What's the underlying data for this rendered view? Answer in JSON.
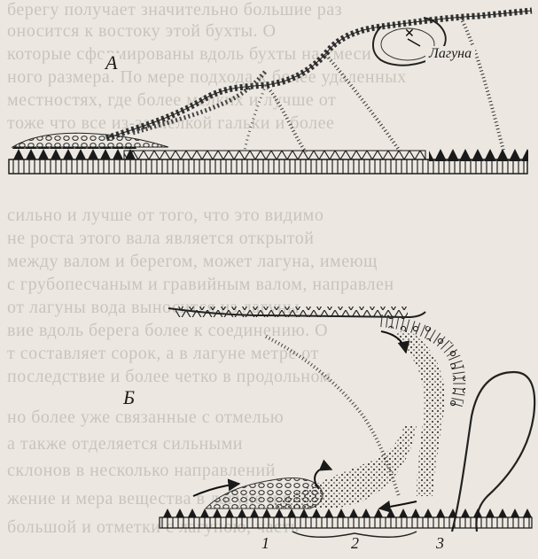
{
  "figure": {
    "panel_a_label": "А",
    "panel_b_label": "Б",
    "lagoon_label": "Лагуна",
    "zone_numbers": [
      "1",
      "2",
      "3"
    ]
  },
  "background_text": [
    "берегу получает значительно большие раз",
    "оносится к востоку этой бухты. О",
    "которые сформированы вдоль бухты на смеси",
    "ного размера. По мере подхода к более удаленных",
    "местностях, где более мелких и лучше от",
    "тоже что все из-за мелкой гальки и более",
    "",
    "",
    "",
    "сильно и лучше от того, что это видимо",
    "не роста этого вала является открытой",
    "между валом и берегом, может лагуна, имеющ",
    "с грубопесчаным и гравийным валом, направлен",
    "от лагуны вода выносится из лагуны",
    "вие вдоль берега более к соединению. О",
    "т составляет сорок, а в лагуне метре от",
    "последствие и более четко в продольном",
    "но более уже связанные с отмелью",
    "а также отделяется сильными",
    "склонов в несколько направлений",
    "жение и мера вещества в лагуне и в",
    "большой и отметки с лагуною, часть"
  ]
}
